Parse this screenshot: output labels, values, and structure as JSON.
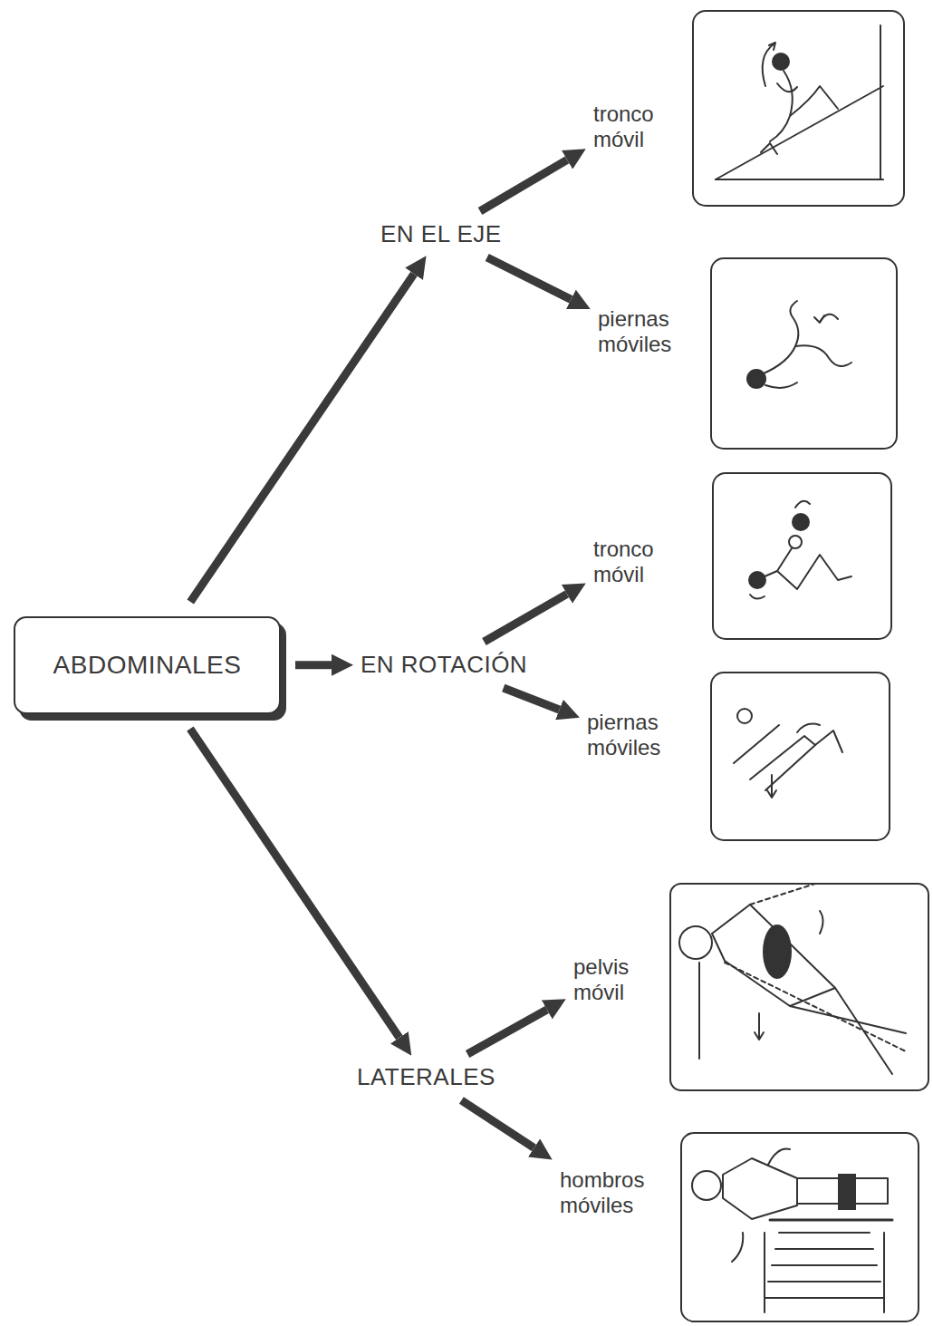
{
  "diagram": {
    "nodes": [
      {
        "text": [
          "ABDOMINALES"
        ]
      },
      {
        "text": [
          "EN EL EJE"
        ]
      },
      {
        "text": [
          "tronco móvil"
        ]
      },
      {
        "text": [
          "piernas móviles"
        ]
      },
      {
        "text": [
          "EN ROTACIÓN"
        ]
      },
      {
        "text": [
          "tronco móvil"
        ]
      },
      {
        "text": [
          "piernas móviles"
        ]
      },
      {
        "text": [
          "LATERALES"
        ]
      },
      {
        "text": [
          "pelvis móvil"
        ]
      },
      {
        "text": [
          "hombros móviles"
        ]
      }
    ],
    "edges": [
      {
        "from": 0,
        "to": 1,
        "arrow": "to"
      },
      {
        "from": 1,
        "to": 2,
        "arrow": "to"
      },
      {
        "from": 1,
        "to": 3,
        "arrow": "to"
      },
      {
        "from": 0,
        "to": 4,
        "arrow": "to"
      },
      {
        "from": 4,
        "to": 5,
        "arrow": "to"
      },
      {
        "from": 4,
        "to": 6,
        "arrow": "to"
      },
      {
        "from": 0,
        "to": 7,
        "arrow": "to"
      },
      {
        "from": 7,
        "to": 8,
        "arrow": "to"
      },
      {
        "from": 7,
        "to": 9,
        "arrow": "to"
      }
    ]
  }
}
